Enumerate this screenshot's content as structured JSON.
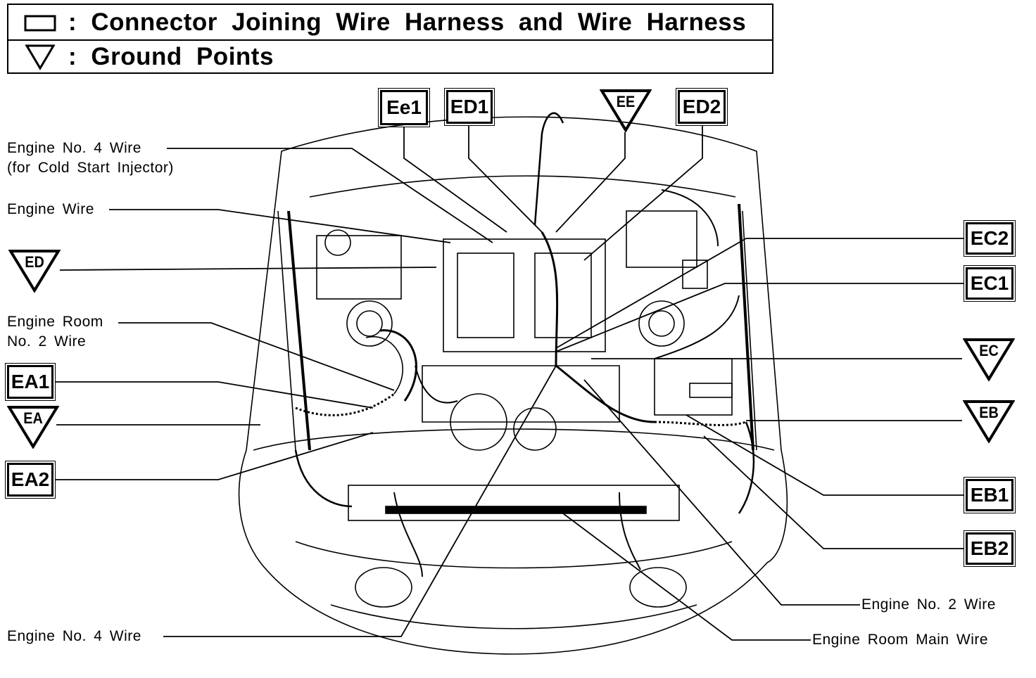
{
  "legend": {
    "connector_text": ": Connector Joining Wire Harness and Wire Harness",
    "ground_text": ": Ground Points"
  },
  "labels": {
    "engine_no4_cold_line1": "Engine No. 4 Wire",
    "engine_no4_cold_line2": "(for Cold Start Injector)",
    "engine_wire": "Engine Wire",
    "engine_room_no2_line1": "Engine Room",
    "engine_room_no2_line2": "No. 2 Wire",
    "engine_no4": "Engine No. 4 Wire",
    "engine_no2": "Engine No. 2 Wire",
    "engine_room_main": "Engine Room Main Wire"
  },
  "connectors": {
    "ee1": "Ee1",
    "ed1": "ED1",
    "ed2": "ED2",
    "ec2": "EC2",
    "ec1": "EC1",
    "ea1": "EA1",
    "ea2": "EA2",
    "eb1": "EB1",
    "eb2": "EB2"
  },
  "grounds": {
    "ee": "EE",
    "ed": "ED",
    "ec": "EC",
    "ea": "EA",
    "eb": "EB"
  },
  "colors": {
    "ink": "#000000",
    "paper": "#ffffff"
  }
}
